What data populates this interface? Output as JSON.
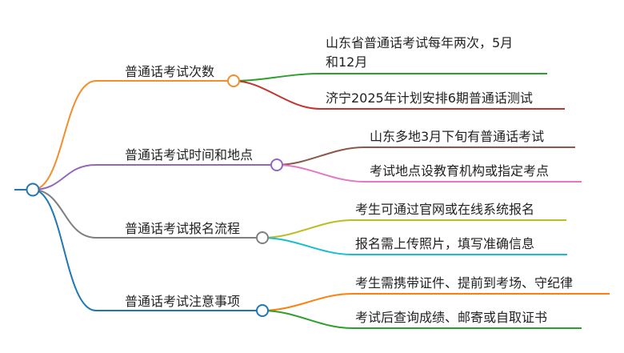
{
  "mindmap": {
    "branches": [
      {
        "label": "普通话考试次数",
        "color": "#f28e2b",
        "children": [
          {
            "line1": "山东省普通话考试每年两次，5月",
            "line2": "和12月",
            "color": "#2ca02c"
          },
          {
            "line1": "济宁2025年计划安排6期普通话测试",
            "line2": "",
            "color": "#c23531"
          }
        ]
      },
      {
        "label": "普通话考试时间和地点",
        "color": "#9467bd",
        "children": [
          {
            "line1": "山东多地3月下旬有普通话考试",
            "line2": "",
            "color": "#8c564b"
          },
          {
            "line1": "考试地点设教育机构或指定考点",
            "line2": "",
            "color": "#e377c2"
          }
        ]
      },
      {
        "label": "普通话考试报名流程",
        "color": "#7f7f7f",
        "children": [
          {
            "line1": "考生可通过官网或在线系统报名",
            "line2": "",
            "color": "#bcbd22"
          },
          {
            "line1": "报名需上传照片，填写准确信息",
            "line2": "",
            "color": "#17becf"
          }
        ]
      },
      {
        "label": "普通话考试注意事项",
        "color": "#1f77b4",
        "children": [
          {
            "line1": "考生需携带证件、提前到考场、守纪律",
            "line2": "",
            "color": "#ff7f0e"
          },
          {
            "line1": "考试后查询成绩、邮寄或自取证书",
            "line2": "",
            "color": "#2ca02c"
          }
        ]
      }
    ],
    "root_color": "#1f77b4"
  }
}
